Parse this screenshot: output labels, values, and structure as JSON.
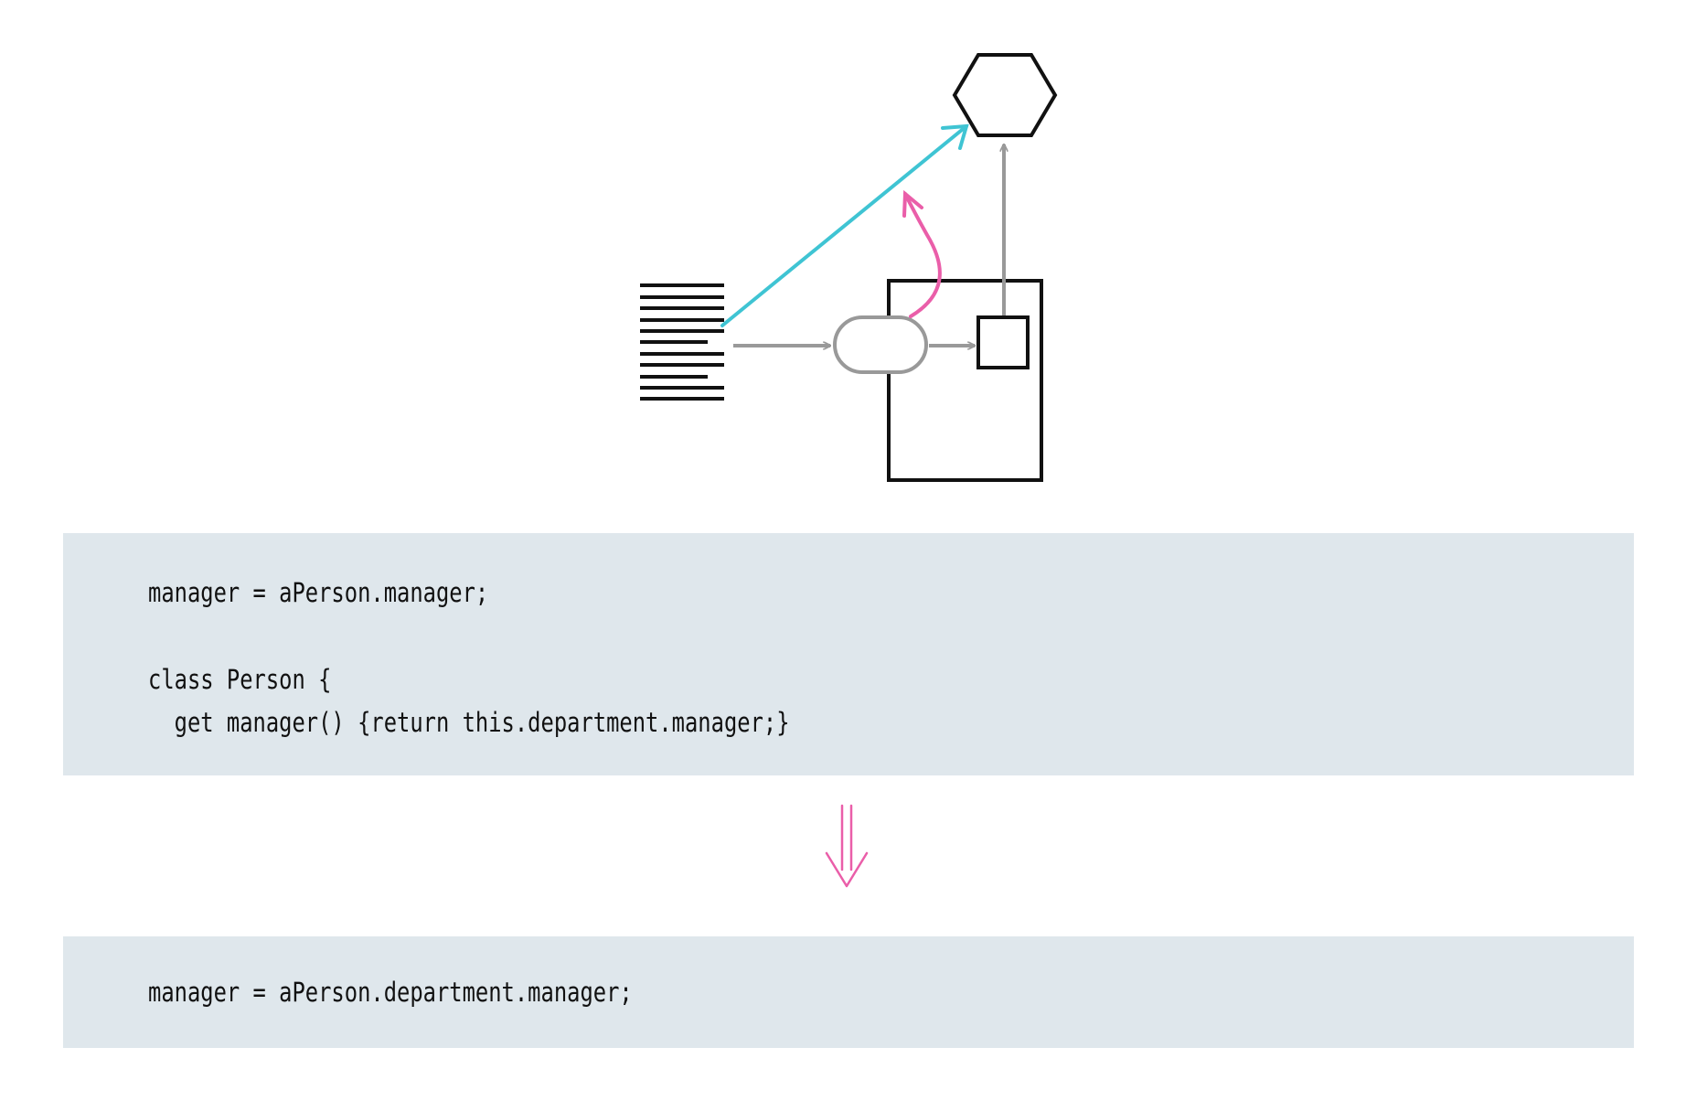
{
  "colors": {
    "accent_cyan": "#3fc4d3",
    "accent_pink": "#ea5ea9",
    "arrow_gray": "#999999",
    "shape_black": "#111111",
    "code_background": "#dfe7ec"
  },
  "icons": {
    "client": "lines-document-icon",
    "delegate_method": "rounded-oval-icon",
    "server_class": "rectangle-class-icon",
    "server_field": "small-square-icon",
    "delegate_target": "hexagon-icon",
    "transform": "double-down-arrow-icon"
  },
  "code_before": {
    "line1": "manager = aPerson.manager;",
    "line2": "class Person {",
    "line3": "  get manager() {return this.department.manager;}"
  },
  "code_after": {
    "line1": "manager = aPerson.department.manager;"
  }
}
